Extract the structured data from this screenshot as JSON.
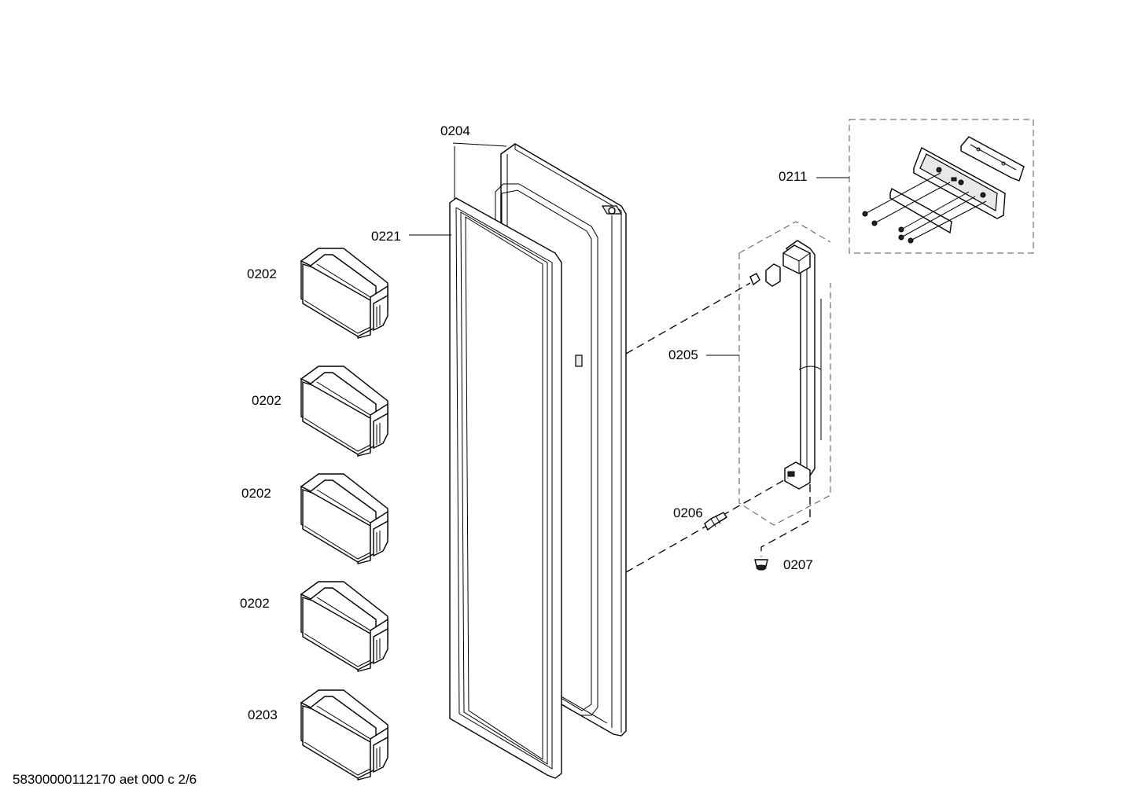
{
  "labels": {
    "door": "0204",
    "gasket": "0221",
    "shelf1": "0202",
    "shelf2": "0202",
    "shelf3": "0202",
    "shelf4": "0202",
    "shelf5": "0203",
    "handle": "0205",
    "handle_kit": "0211",
    "screw_a": "0206",
    "screw_b": "0207"
  },
  "footer": "58300000112170 aet 000 c 2/6"
}
